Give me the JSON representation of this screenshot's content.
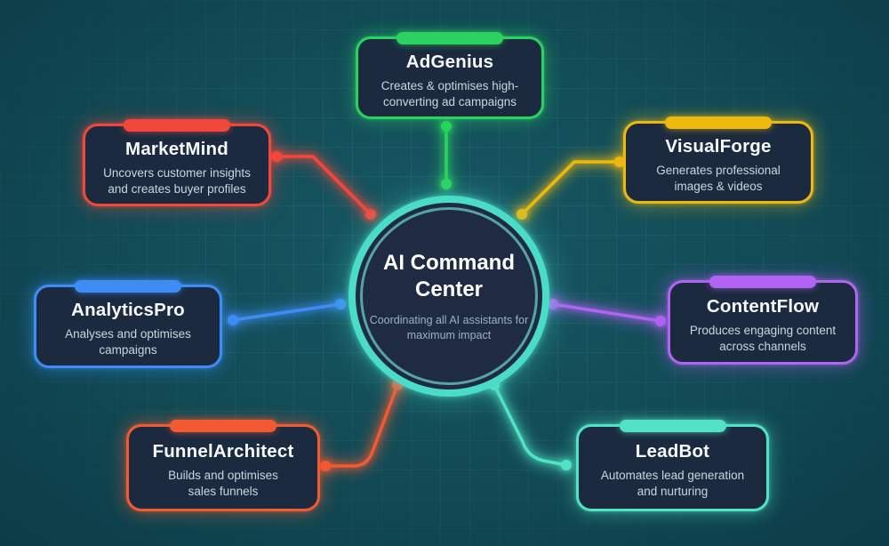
{
  "hub": {
    "title": "AI Command Center",
    "subtitle": "Coordinating all AI assistants for maximum impact",
    "ring_color": "#4adcc7"
  },
  "agents": [
    {
      "name": "AdGenius",
      "description": "Creates & optimises high-converting ad campaigns",
      "color": "#2bd25f"
    },
    {
      "name": "MarketMind",
      "description": "Uncovers customer insights and creates buyer profiles",
      "color": "#f2483c"
    },
    {
      "name": "VisualForge",
      "description": "Generates professional images & videos",
      "color": "#edb90f"
    },
    {
      "name": "AnalyticsPro",
      "description": "Analyses and optimises campaigns",
      "color": "#3e8df6"
    },
    {
      "name": "ContentFlow",
      "description": "Produces engaging content across channels",
      "color": "#b163f2"
    },
    {
      "name": "FunnelArchitect",
      "description": "Builds and optimises sales funnels",
      "color": "#f25a33"
    },
    {
      "name": "LeadBot",
      "description": "Automates lead generation and nurturing",
      "color": "#52e2c4"
    }
  ],
  "background": {
    "base_color": "#124b56",
    "grid_color": "#87e2e6",
    "card_color": "#1b2a3f"
  }
}
